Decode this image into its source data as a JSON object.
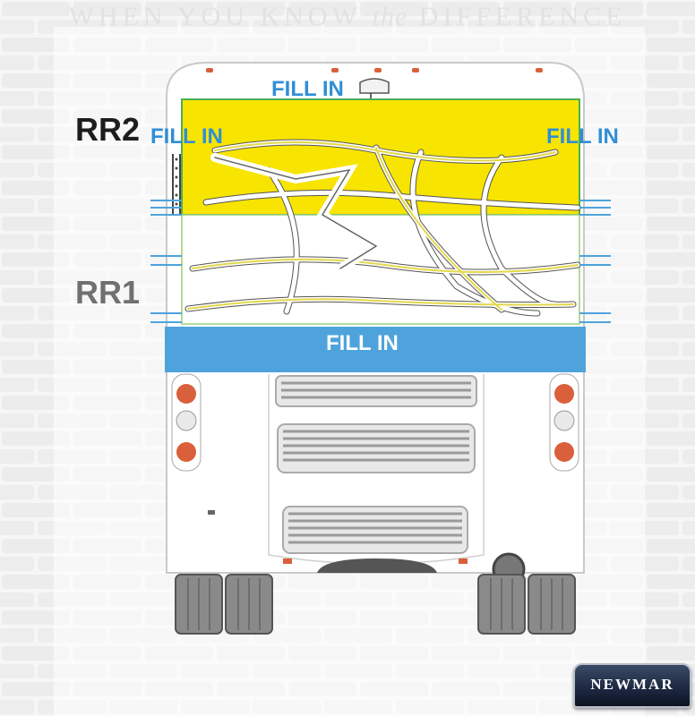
{
  "tagline": {
    "before": "WHEN YOU KNOW ",
    "emphasis": "the",
    "after": " DIFFERENCE"
  },
  "zones": {
    "rr2": "RR2",
    "rr1": "RR1"
  },
  "fill_labels": {
    "top": "FILL IN",
    "left": "FILL IN",
    "right": "FILL IN",
    "band": "FILL IN"
  },
  "brand": {
    "logo_text": "NEWMAR"
  },
  "colors": {
    "rr2_zone": "#f7e400",
    "band": "#4ea3dc",
    "fill_text": "#2f8ed6",
    "zone_outline": "#4caf50",
    "taillight": "#d9603a"
  }
}
